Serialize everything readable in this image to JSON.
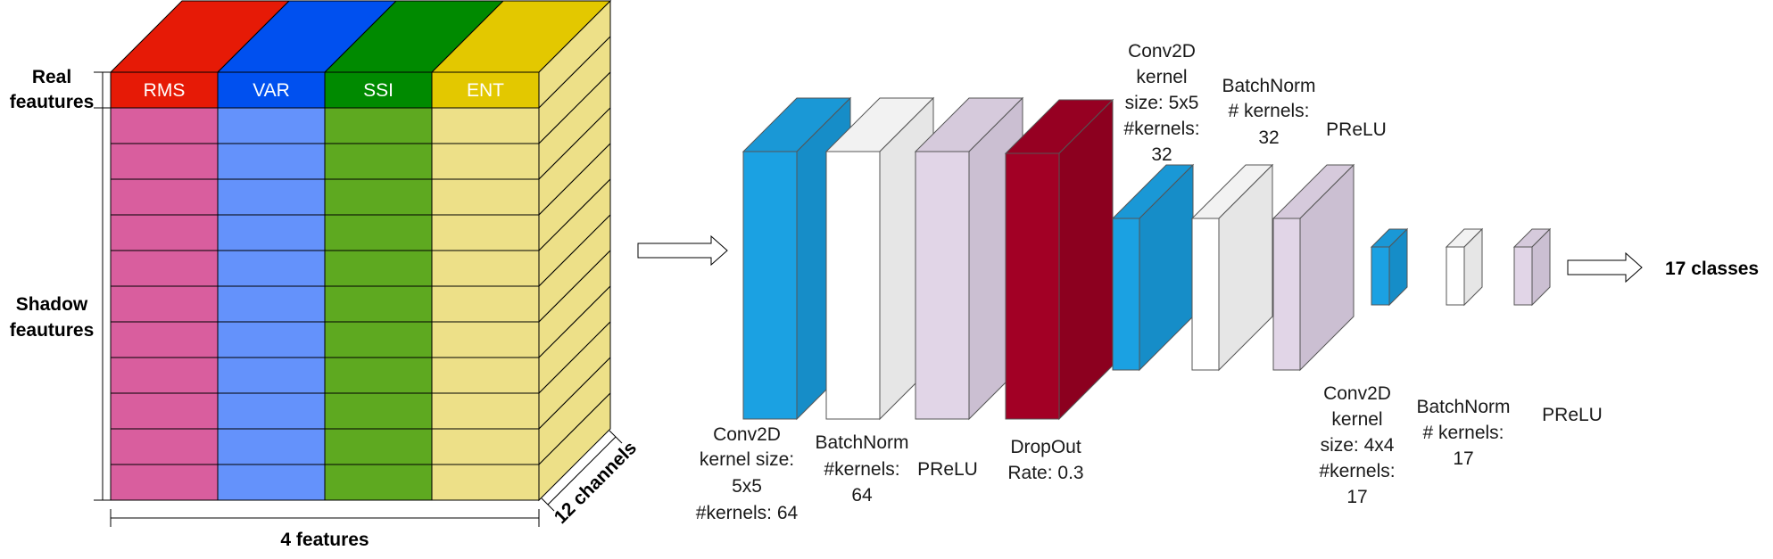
{
  "tensor": {
    "columns": [
      {
        "header": "RMS",
        "top_color": "#e61a06",
        "cell_color": "#d95e9e",
        "header_text_color": "#ffffff"
      },
      {
        "header": "VAR",
        "top_color": "#0050ef",
        "cell_color": "#6492fb",
        "header_text_color": "#ffffff"
      },
      {
        "header": "SSI",
        "top_color": "#008a00",
        "cell_color": "#5ea920",
        "header_text_color": "#ffffff"
      },
      {
        "header": "ENT",
        "top_color": "#e3c800",
        "cell_color": "#ede088",
        "header_text_color": "#ffffff"
      }
    ],
    "side_color": "#ede088",
    "shadow_rows": 11,
    "real_label": [
      "Real",
      "feautures"
    ],
    "shadow_label": [
      "Shadow",
      "feautures"
    ],
    "width_label": "4 features",
    "depth_label": "12 channels"
  },
  "network": {
    "blocks": [
      {
        "type": "conv",
        "front": "#1ba1e2",
        "side": "#168dc8",
        "top": "#1a98d6",
        "label": [
          "Conv2D",
          "kernel size:",
          "5x5",
          "#kernels: 64"
        ]
      },
      {
        "type": "bn",
        "front": "#ffffff",
        "side": "#e6e6e6",
        "top": "#f2f2f2",
        "label": [
          "BatchNorm",
          "#kernels:",
          "64"
        ]
      },
      {
        "type": "prelu",
        "front": "#e1d5e7",
        "side": "#cbbfd2",
        "top": "#d6cadc",
        "label": [
          "PReLU"
        ]
      },
      {
        "type": "dropout",
        "front": "#a20025",
        "side": "#8c001f",
        "top": "#960022",
        "label": [
          "DropOut",
          "Rate: 0.3"
        ]
      },
      {
        "type": "conv",
        "front": "#1ba1e2",
        "side": "#168dc8",
        "top": "#1a98d6",
        "label": [
          "Conv2D",
          "kernel",
          "size: 5x5",
          "#kernels:",
          "32"
        ]
      },
      {
        "type": "bn",
        "front": "#ffffff",
        "side": "#e6e6e6",
        "top": "#f2f2f2",
        "label": [
          "BatchNorm",
          "# kernels:",
          "32"
        ]
      },
      {
        "type": "prelu",
        "front": "#e1d5e7",
        "side": "#cbbfd2",
        "top": "#d6cadc",
        "label": [
          "PReLU"
        ]
      },
      {
        "type": "conv",
        "front": "#1ba1e2",
        "side": "#168dc8",
        "top": "#1a98d6",
        "label": [
          "Conv2D",
          "kernel",
          "size: 4x4",
          "#kernels:",
          "17"
        ]
      },
      {
        "type": "bn",
        "front": "#ffffff",
        "side": "#e6e6e6",
        "top": "#f2f2f2",
        "label": [
          "BatchNorm",
          "# kernels:",
          "17"
        ]
      },
      {
        "type": "prelu",
        "front": "#e1d5e7",
        "side": "#cbbfd2",
        "top": "#d6cadc",
        "label": [
          "PReLU"
        ]
      }
    ],
    "output_label": "17 classes"
  }
}
